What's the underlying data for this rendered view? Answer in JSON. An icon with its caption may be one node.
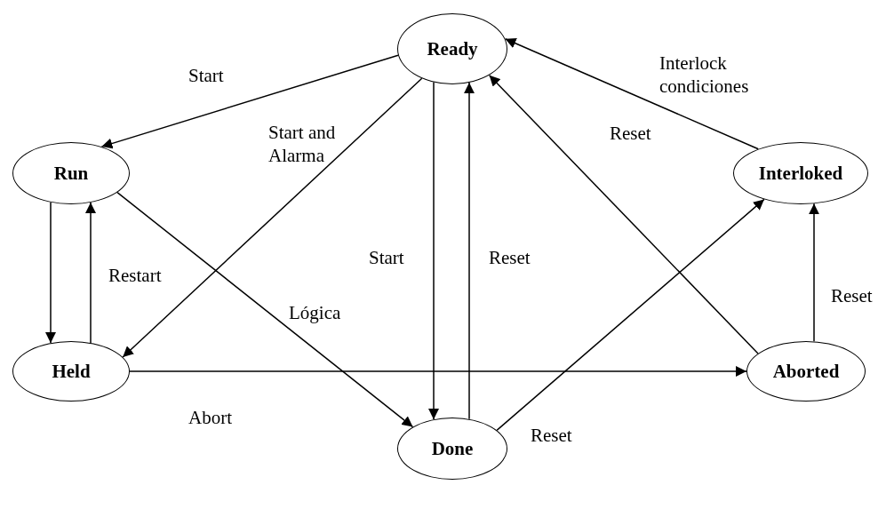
{
  "diagram": {
    "nodes": [
      {
        "text": [
          "Ready"
        ]
      },
      {
        "text": [
          "Run"
        ]
      },
      {
        "text": [
          "Interloked"
        ]
      },
      {
        "text": [
          "Held"
        ]
      },
      {
        "text": [
          "Aborted"
        ]
      },
      {
        "text": [
          "Done"
        ]
      }
    ],
    "edges": [
      {
        "from": 0,
        "to": 1,
        "arrow": "to",
        "label": "Start"
      },
      {
        "from": 0,
        "to": 3,
        "arrow": "to",
        "label": "Start and Alarma"
      },
      {
        "from": 0,
        "to": 5,
        "arrow": "to",
        "label": "Start"
      },
      {
        "from": 5,
        "to": 0,
        "arrow": "to",
        "label": "Reset"
      },
      {
        "from": 2,
        "to": 0,
        "arrow": "to",
        "label": "Interlock condiciones"
      },
      {
        "from": 4,
        "to": 0,
        "arrow": "to",
        "label": "Reset"
      },
      {
        "from": 1,
        "to": 3,
        "arrow": "to"
      },
      {
        "from": 3,
        "to": 1,
        "arrow": "to",
        "label": "Restart"
      },
      {
        "from": 1,
        "to": 5,
        "arrow": "to",
        "label": "Lógica"
      },
      {
        "from": 3,
        "to": 4,
        "arrow": "to",
        "label": "Abort"
      },
      {
        "from": 5,
        "to": 2,
        "arrow": "to",
        "label": "Reset"
      },
      {
        "from": 4,
        "to": 2,
        "arrow": "to",
        "label": "Reset"
      }
    ]
  }
}
